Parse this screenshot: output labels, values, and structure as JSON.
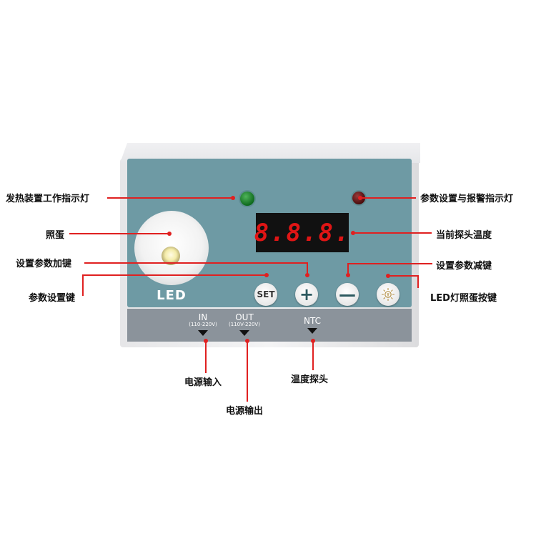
{
  "device": {
    "led_label": "LED",
    "display_value": "8.8.8.",
    "buttons": {
      "set": "SET",
      "plus": "+",
      "minus": "—"
    },
    "ports": {
      "in": {
        "name": "IN",
        "range": "(110-220V)"
      },
      "out": {
        "name": "OUT",
        "range": "(110V-220V)"
      },
      "ntc": {
        "name": "NTC"
      }
    }
  },
  "callouts": {
    "heating_indicator": "发热装置工作指示灯",
    "egg_light": "照蛋",
    "param_add_key": "设置参数加键",
    "param_set_key": "参数设置键",
    "param_alarm_indicator": "参数设置与报警指示灯",
    "probe_temp": "当前探头温度",
    "param_sub_key": "设置参数减键",
    "led_light_key": "LED灯照蛋按键",
    "power_in": "电源输入",
    "power_out": "电源输出",
    "temp_probe": "温度探头"
  },
  "colors": {
    "panel": "#6e9aa4",
    "callout_line": "#e02020",
    "display_digits": "#e01515"
  }
}
